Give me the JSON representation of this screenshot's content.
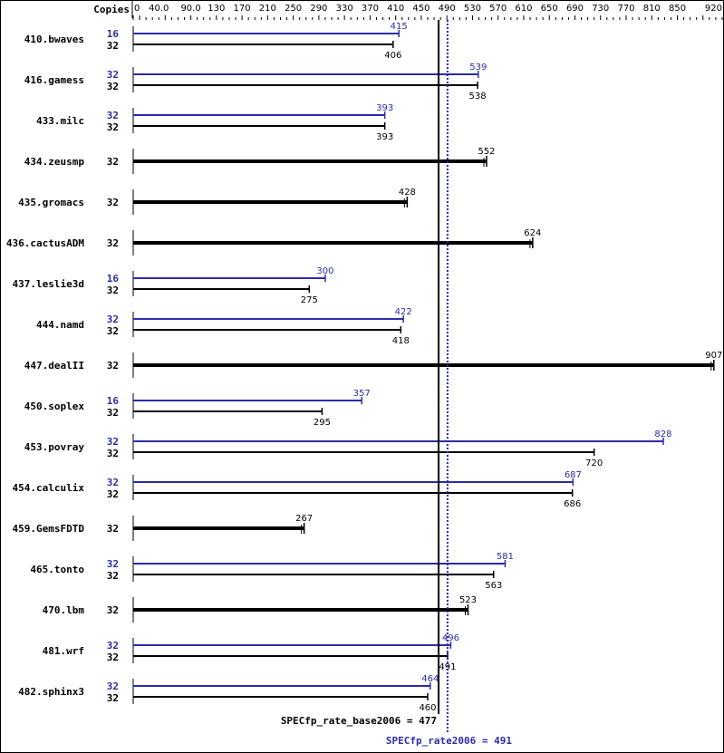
{
  "chart_data": {
    "type": "bar",
    "orientation": "horizontal",
    "title": "",
    "xlabel": "",
    "ylabel": "",
    "axis_header": "Copies",
    "xlim": [
      0,
      920
    ],
    "x_ticks": [
      "0",
      "40.0",
      "90.0",
      "130",
      "170",
      "210",
      "250",
      "290",
      "330",
      "370",
      "410",
      "450",
      "490",
      "530",
      "570",
      "610",
      "650",
      "690",
      "730",
      "770",
      "810",
      "850",
      "920"
    ],
    "x_tick_values": [
      0,
      40,
      90,
      130,
      170,
      210,
      250,
      290,
      330,
      370,
      410,
      450,
      490,
      530,
      570,
      610,
      650,
      690,
      730,
      770,
      810,
      850,
      920
    ],
    "colors": {
      "peak": "#2b2bab",
      "base": "#000000"
    },
    "legend": [],
    "benchmarks": [
      {
        "name": "410.bwaves",
        "peak_copies": "16",
        "peak": 415,
        "base_copies": "32",
        "base": 406
      },
      {
        "name": "416.gamess",
        "peak_copies": "32",
        "peak": 539,
        "base_copies": "32",
        "base": 538
      },
      {
        "name": "433.milc",
        "peak_copies": "32",
        "peak": 393,
        "base_copies": "32",
        "base": 393
      },
      {
        "name": "434.zeusmp",
        "peak_copies": null,
        "peak": null,
        "base_copies": "32",
        "base": 552
      },
      {
        "name": "435.gromacs",
        "peak_copies": null,
        "peak": null,
        "base_copies": "32",
        "base": 428
      },
      {
        "name": "436.cactusADM",
        "peak_copies": null,
        "peak": null,
        "base_copies": "32",
        "base": 624
      },
      {
        "name": "437.leslie3d",
        "peak_copies": "16",
        "peak": 300,
        "base_copies": "32",
        "base": 275
      },
      {
        "name": "444.namd",
        "peak_copies": "32",
        "peak": 422,
        "base_copies": "32",
        "base": 418
      },
      {
        "name": "447.dealII",
        "peak_copies": null,
        "peak": null,
        "base_copies": "32",
        "base": 907
      },
      {
        "name": "450.soplex",
        "peak_copies": "16",
        "peak": 357,
        "base_copies": "32",
        "base": 295
      },
      {
        "name": "453.povray",
        "peak_copies": "32",
        "peak": 828,
        "base_copies": "32",
        "base": 720
      },
      {
        "name": "454.calculix",
        "peak_copies": "32",
        "peak": 687,
        "base_copies": "32",
        "base": 686
      },
      {
        "name": "459.GemsFDTD",
        "peak_copies": null,
        "peak": null,
        "base_copies": "32",
        "base": 267
      },
      {
        "name": "465.tonto",
        "peak_copies": "32",
        "peak": 581,
        "base_copies": "32",
        "base": 563
      },
      {
        "name": "470.lbm",
        "peak_copies": null,
        "peak": null,
        "base_copies": "32",
        "base": 523
      },
      {
        "name": "481.wrf",
        "peak_copies": "32",
        "peak": 496,
        "base_copies": "32",
        "base": 491
      },
      {
        "name": "482.sphinx3",
        "peak_copies": "32",
        "peak": 464,
        "base_copies": "32",
        "base": 460
      }
    ],
    "reference_lines": [
      {
        "label": "SPECfp_rate_base2006 = 477",
        "value": 477,
        "color": "#000000",
        "style": "solid"
      },
      {
        "label": "SPECfp_rate2006 = 491",
        "value": 491,
        "color": "#2b2bab",
        "style": "dotted"
      }
    ],
    "grid": false
  }
}
